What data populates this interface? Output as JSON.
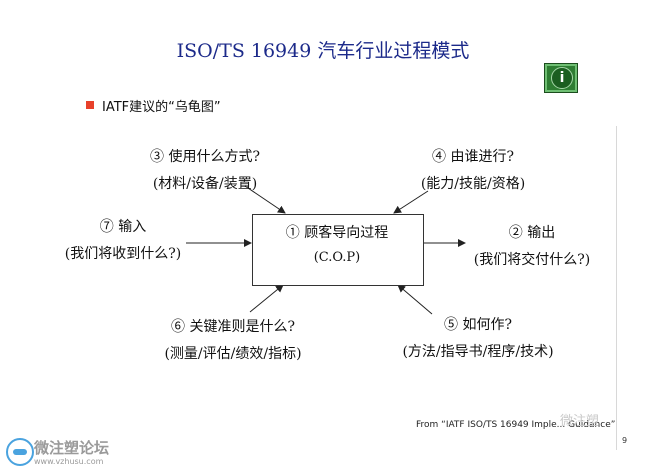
{
  "title": "ISO/TS 16949 汽车行业过程模式",
  "info_icon": {
    "glyph": "i",
    "color": "#2e7d32"
  },
  "bullet_color": "#e8412a",
  "subtitle": "IATF建议的“乌龟图”",
  "center": {
    "title": "① 顾客导向过程",
    "subtitle": "(C.O.P)"
  },
  "nodes": {
    "how_method": {
      "label": "③ 使用什么方式?",
      "detail": "(材料/设备/装置)"
    },
    "who": {
      "label": "④ 由谁进行?",
      "detail": "(能力/技能/资格)"
    },
    "input": {
      "label": "⑦ 输入",
      "detail": "(我们将收到什么?)"
    },
    "output": {
      "label": "② 输出",
      "detail": "(我们将交付什么?)"
    },
    "criteria": {
      "label": "⑥ 关键准则是什么?",
      "detail": "(测量/评估/绩效/指标)"
    },
    "how_do": {
      "label": "⑤ 如何作?",
      "detail": "(方法/指导书/程序/技术)"
    }
  },
  "footnote": "From “IATF ISO/TS 16949 Imple... Guidance”",
  "page_number": "9",
  "watermark": {
    "name": "微注塑论坛",
    "url": "www.vzhusu.com",
    "right_text": "微注塑"
  }
}
